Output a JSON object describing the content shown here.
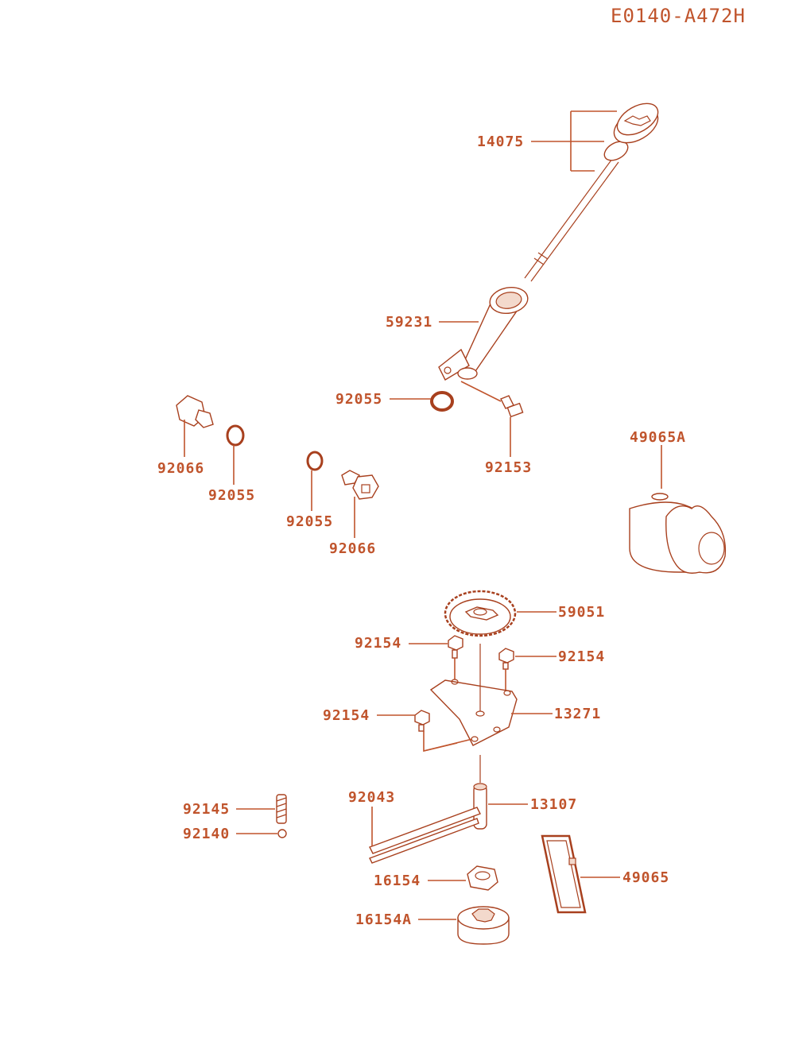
{
  "diagram_code": "E0140-A472H",
  "callouts": [
    {
      "id": "14075",
      "label": "14075"
    },
    {
      "id": "59231",
      "label": "59231"
    },
    {
      "id": "92055a",
      "label": "92055"
    },
    {
      "id": "92153",
      "label": "92153"
    },
    {
      "id": "92066a",
      "label": "92066"
    },
    {
      "id": "92055b",
      "label": "92055"
    },
    {
      "id": "92055c",
      "label": "92055"
    },
    {
      "id": "92066b",
      "label": "92066"
    },
    {
      "id": "49065A",
      "label": "49065A"
    },
    {
      "id": "59051",
      "label": "59051"
    },
    {
      "id": "92154a",
      "label": "92154"
    },
    {
      "id": "92154b",
      "label": "92154"
    },
    {
      "id": "92154c",
      "label": "92154"
    },
    {
      "id": "13271",
      "label": "13271"
    },
    {
      "id": "92043",
      "label": "92043"
    },
    {
      "id": "13107",
      "label": "13107"
    },
    {
      "id": "92145",
      "label": "92145"
    },
    {
      "id": "92140",
      "label": "92140"
    },
    {
      "id": "16154",
      "label": "16154"
    },
    {
      "id": "16154A",
      "label": "16154A"
    },
    {
      "id": "49065",
      "label": "49065"
    }
  ],
  "colors": {
    "ink": "#c0542c",
    "part": "#a8401e"
  }
}
